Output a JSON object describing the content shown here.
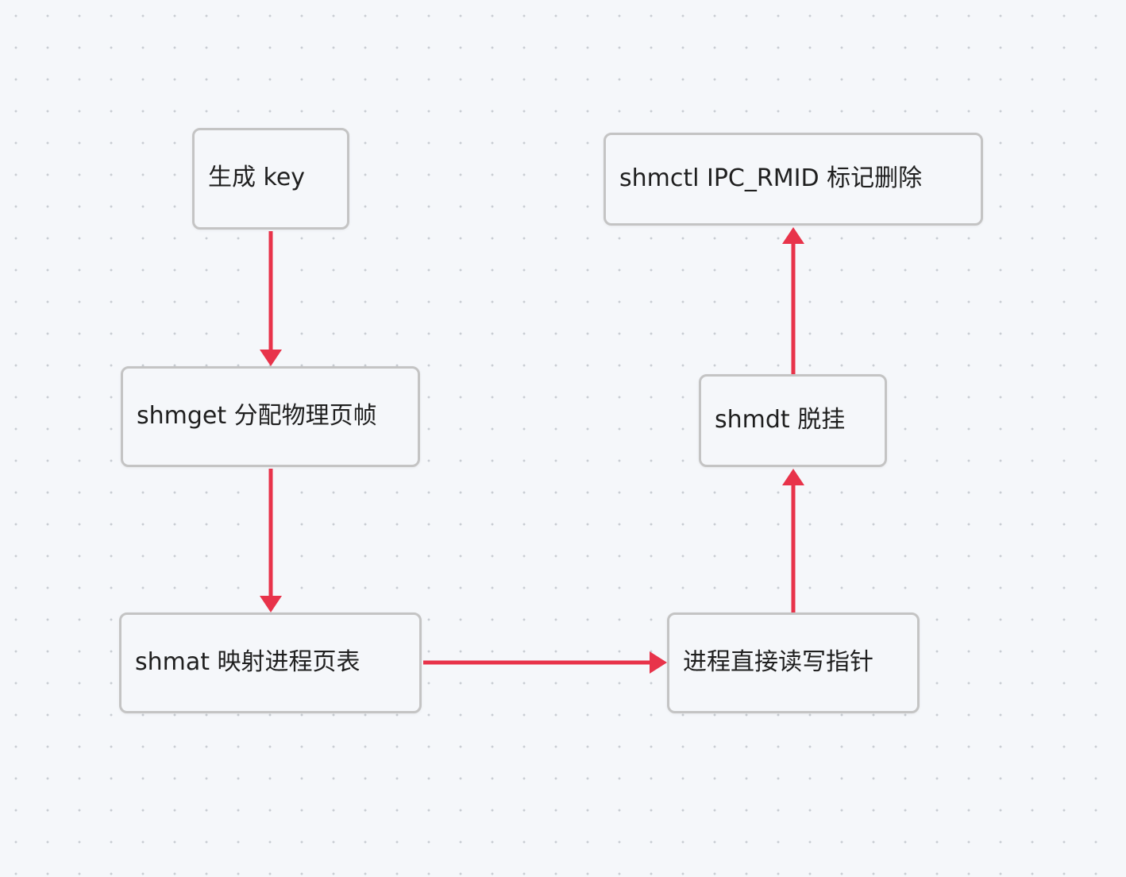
{
  "diagram": {
    "nodes": [
      {
        "id": "key",
        "label": "生成 key"
      },
      {
        "id": "shmget",
        "label": "shmget 分配物理页帧"
      },
      {
        "id": "shmat",
        "label": "shmat 映射进程页表"
      },
      {
        "id": "rw",
        "label": "进程直接读写指针"
      },
      {
        "id": "shmdt",
        "label": "shmdt 脱挂"
      },
      {
        "id": "shmctl",
        "label": "shmctl IPC_RMID 标记删除"
      }
    ],
    "edges": [
      {
        "from": "key",
        "to": "shmget"
      },
      {
        "from": "shmget",
        "to": "shmat"
      },
      {
        "from": "shmat",
        "to": "rw"
      },
      {
        "from": "rw",
        "to": "shmdt"
      },
      {
        "from": "shmdt",
        "to": "shmctl"
      }
    ],
    "colors": {
      "edge": "#e8334a",
      "node_border": "#c4c4c4",
      "background": "#f5f7fa",
      "text": "#1f1f1f"
    }
  }
}
